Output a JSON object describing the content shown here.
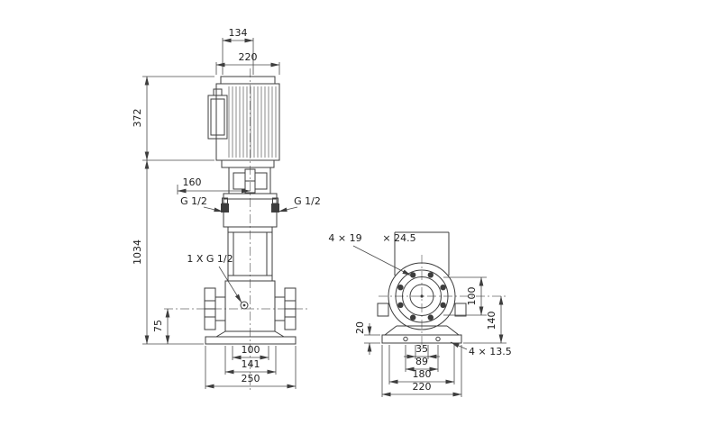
{
  "drawing": {
    "front": {
      "w134": "134",
      "w220": "220",
      "h372": "372",
      "w160": "160",
      "port_left": "G 1/2",
      "port_right": "G 1/2",
      "h1034": "1034",
      "drain": "1 X G 1/2",
      "h75": "75",
      "w100": "100",
      "w141": "141",
      "w250": "250"
    },
    "side": {
      "holes": "4 × 19",
      "holes_depth": "× 24.5",
      "h100": "100",
      "h140": "140",
      "t20": "20",
      "w35": "35",
      "w89": "89",
      "w180": "180",
      "w220": "220",
      "base_holes": "4 × 13.5"
    },
    "colors": {
      "line": "#3d3d3d",
      "background": "#ffffff"
    }
  }
}
